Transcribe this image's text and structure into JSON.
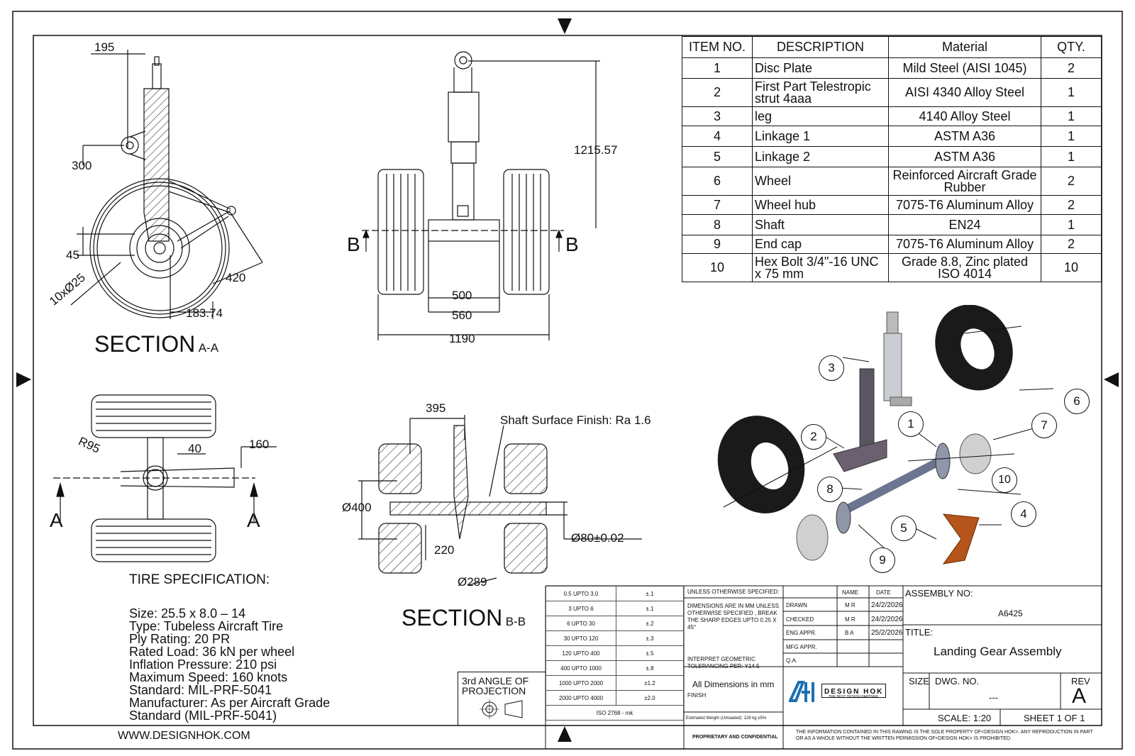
{
  "bom": {
    "headers": [
      "ITEM NO.",
      "DESCRIPTION",
      "Material",
      "QTY."
    ],
    "rows": [
      {
        "item": "1",
        "description": "Disc Plate",
        "material": "Mild Steel (AISI 1045)",
        "qty": "2"
      },
      {
        "item": "2",
        "description": "First Part Telestropic strut 4aaa",
        "material": "AISI 4340 Alloy Steel",
        "qty": "1"
      },
      {
        "item": "3",
        "description": "leg",
        "material": "4140 Alloy Steel",
        "qty": "1"
      },
      {
        "item": "4",
        "description": "Linkage 1",
        "material": "ASTM A36",
        "qty": "1"
      },
      {
        "item": "5",
        "description": "Linkage 2",
        "material": "ASTM A36",
        "qty": "1"
      },
      {
        "item": "6",
        "description": "Wheel",
        "material": "Reinforced Aircraft Grade Rubber",
        "qty": "2"
      },
      {
        "item": "7",
        "description": "Wheel hub",
        "material": "7075-T6 Aluminum Alloy",
        "qty": "2"
      },
      {
        "item": "8",
        "description": "Shaft",
        "material": "EN24",
        "qty": "1"
      },
      {
        "item": "9",
        "description": "End cap",
        "material": "7075-T6 Aluminum Alloy",
        "qty": "2"
      },
      {
        "item": "10",
        "description": "Hex Bolt 3/4\"-16 UNC x 75 mm",
        "material": "Grade 8.8, Zinc plated ISO 4014",
        "qty": "10"
      }
    ]
  },
  "section_aa": {
    "title": "SECTION",
    "sub": "A-A",
    "dims": {
      "d195": "195",
      "d300": "300",
      "d45": "45",
      "d420": "420",
      "d183": "183.74",
      "holes": "10xØ25"
    }
  },
  "front_view": {
    "dims": {
      "d1215": "1215.57",
      "d500": "500",
      "d560": "560",
      "d1190": "1190",
      "cut": "B"
    }
  },
  "top_view": {
    "dims": {
      "r95": "R95",
      "d40": "40",
      "d160": "160",
      "cut": "A"
    }
  },
  "section_bb": {
    "title": "SECTION",
    "sub": "B-B",
    "dims": {
      "d395": "395",
      "d400": "Ø400",
      "d220": "220",
      "d289": "Ø289",
      "d80": "Ø80",
      "tol": "±0.02"
    },
    "note": "Shaft Surface Finish: Ra 1.6"
  },
  "tire_spec": {
    "heading": "TIRE SPECIFICATION:",
    "lines": [
      "Size: 25.5 x 8.0 – 14",
      "Type: Tubeless Aircraft Tire",
      "Ply Rating: 20 PR",
      "Rated Load: 36 kN per wheel",
      "Inflation Pressure: 210 psi",
      "Maximum Speed: 160 knots",
      "Standard: MIL-PRF-5041",
      "Manufacturer: As per Aircraft Grade",
      "Standard (MIL-PRF-5041)"
    ]
  },
  "balloons": [
    "1",
    "2",
    "3",
    "4",
    "5",
    "6",
    "7",
    "8",
    "9",
    "10"
  ],
  "projection": {
    "line1": "3rd ANGLE OF",
    "line2": "PROJECTION"
  },
  "tolerances": {
    "rows": [
      [
        "0.5 UPTO 3.0",
        "±.1"
      ],
      [
        "3 UPTO 6",
        "±.1"
      ],
      [
        "6 UPTO 30",
        "±.2"
      ],
      [
        "30 UPTO 120",
        "±.3"
      ],
      [
        "120 UPTO 400",
        "±.5"
      ],
      [
        "400 UPTO 1000",
        "±.8"
      ],
      [
        "1000 UPTO 2000",
        "±1.2"
      ],
      [
        "2000 UPTO 4000",
        "±2.0"
      ]
    ],
    "footer": "ISO 2768 - mk"
  },
  "title_block": {
    "unless": "UNLESS OTHERWISE SPECIFIED:",
    "name_hdr": "NAME",
    "date_hdr": "DATE",
    "dims_note": "DIMENSIONS ARE IN MM UNLESS OTHERWISE SPECIFIED , BREAK THE SHARP EDGES UPTO 0.25 X 45°",
    "drawn": "DRAWN",
    "drawn_name": "M R",
    "drawn_date": "24/2/2026",
    "checked": "CHECKED",
    "checked_name": "M R",
    "checked_date": "24/2/2026",
    "eng": "ENG APPR.",
    "eng_name": "B A",
    "eng_date": "25/2/2026",
    "mfg": "MFG APPR.",
    "qa": "Q.A.",
    "interpret": "INTERPRET GEOMETRIC TOLERANCING PER: Y14.5",
    "all_dims": "All Dimensions in mm",
    "finish": "FINISH",
    "weight": "Estimated Weight (Unloaded): 128 kg ±5%",
    "assembly_lbl": "ASSEMBLY NO:",
    "assembly_no": "A6425",
    "title_lbl": "TITLE:",
    "title": "Landing Gear Assembly",
    "size_lbl": "SIZE",
    "dwg_lbl": "DWG. NO.",
    "dwg_no": "---",
    "rev_lbl": "REV",
    "rev": "A",
    "scale": "SCALE: 1:20",
    "sheet": "SHEET 1 OF 1",
    "logo_name": "DESIGN HOK",
    "logo_tag": "THE BEST DESIGN PARTNER",
    "proprietary": "PROPRIETARY AND CONFIDENTIAL",
    "legal": "THE INFORMATION CONTAINED IN THIS RAWING IS THE SOLE PROPERTY OF<DESIGN HOK>. ANY REPRODUCTION IN PART OR AS A WHOLE WITHOUT THE WRITTEN PERMISSION OF<DESIGN HOK> IS PROHIBITED."
  },
  "website": "WWW.DESIGNHOK.COM",
  "colors": {
    "line": "#111111",
    "accent": "#1b6fb3",
    "linkage": "#b5551b",
    "tire": "#1a1a1a"
  }
}
